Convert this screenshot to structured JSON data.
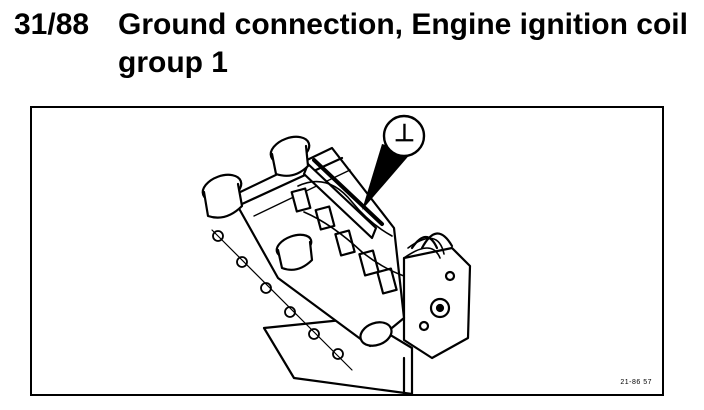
{
  "heading": {
    "number": "31/88",
    "title": "Ground connection, Engine ignition coil group 1"
  },
  "figure": {
    "callout_symbol": "⊥",
    "reference": "21-86  57"
  },
  "icons": {
    "callout": "ground-symbol-icon",
    "illustration": "engine-ignition-coil-drawing"
  }
}
